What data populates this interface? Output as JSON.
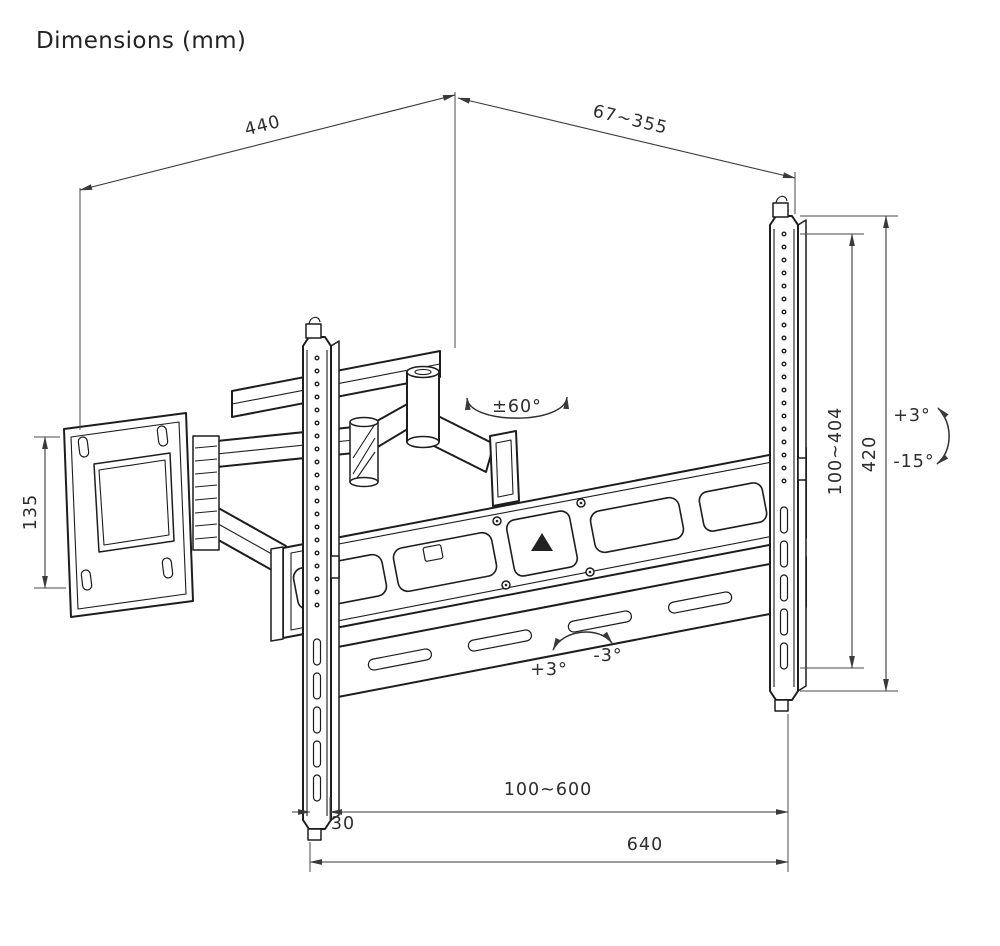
{
  "title": "Dimensions (mm)",
  "colors": {
    "line": "#1d1d1d",
    "dimension_line": "#3a3a3a",
    "text": "#2e2e2e",
    "background": "#ffffff"
  },
  "labels": {
    "depth_range": "440",
    "extension_range": "67~355",
    "wall_plate_height": "135",
    "vesa_height_range": "100~404",
    "rail_height": "420",
    "swivel_angle": "±60°",
    "tilt_up": "+3°",
    "tilt_down": "-15°",
    "tilt_up_small": "+3°",
    "tilt_down_small": "-3°",
    "edge_offset": "30",
    "vesa_width_range": "100~600",
    "crossbar_width": "640"
  }
}
